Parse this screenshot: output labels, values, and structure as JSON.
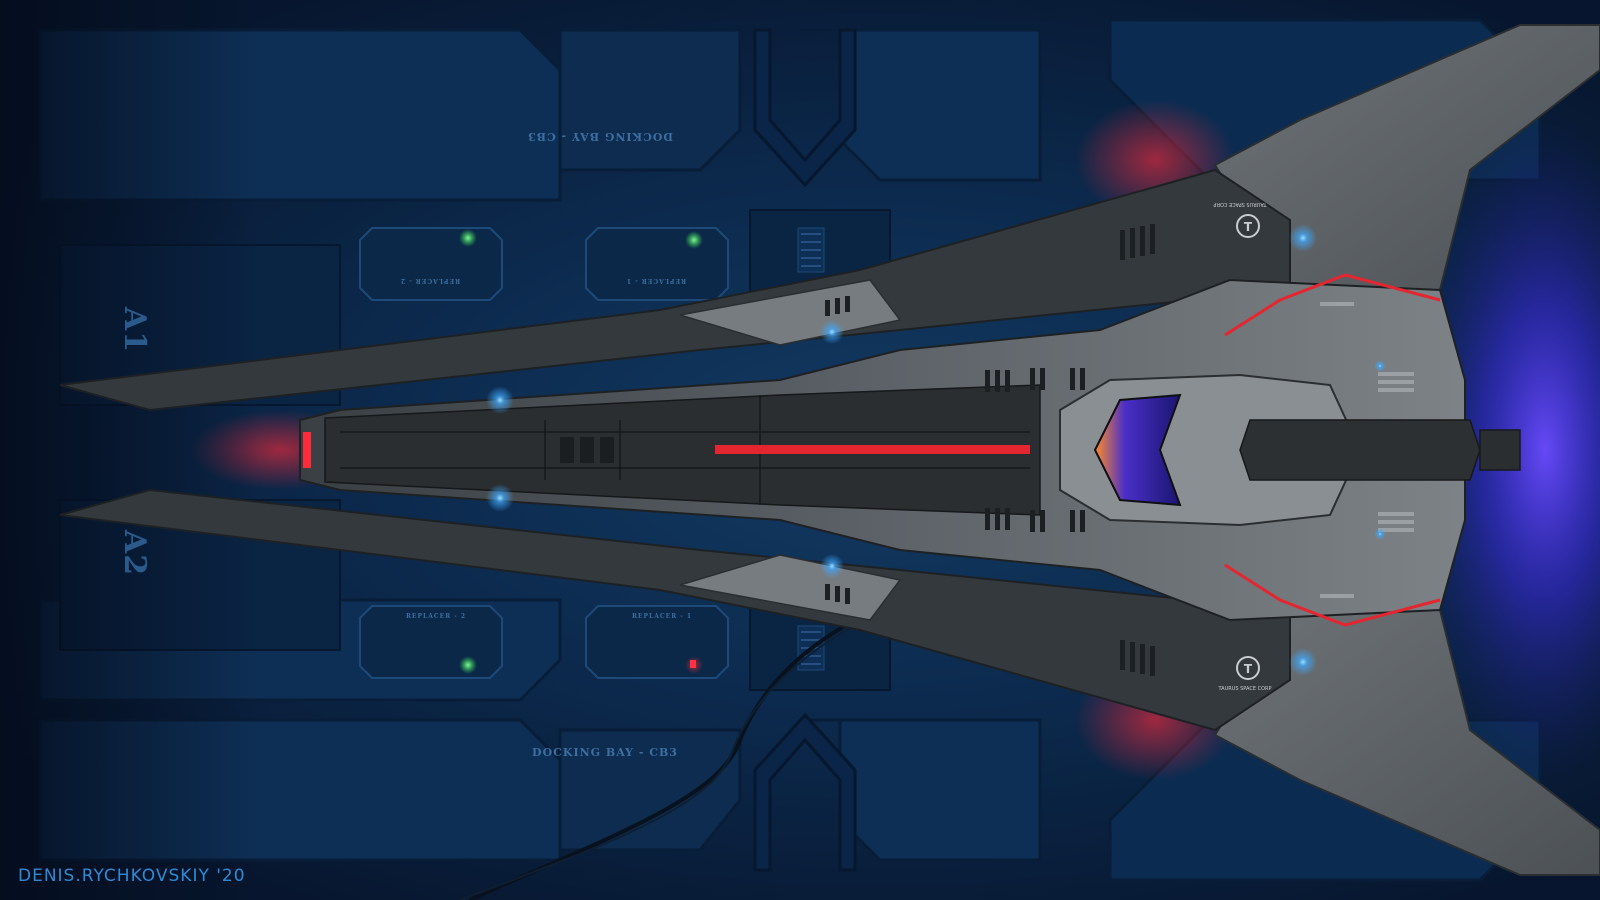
{
  "floor": {
    "bay_label_top": "DOCKING BAY - CB3",
    "bay_label_bottom": "DOCKING BAY - CB3",
    "pad_a1": "A1",
    "pad_a2": "A2",
    "replacer_top_left": "REPLACER - 2",
    "replacer_top_right": "REPLACER - 1",
    "replacer_bottom_left": "REPLACER - 2",
    "replacer_bottom_right": "REPLACER - 1"
  },
  "ship": {
    "emblem_letter": "T",
    "company_name": "TAURUS SPACE CORP"
  },
  "colors": {
    "floor_base": "#0c2a4e",
    "hull_light": "#7d8286",
    "hull_dark": "#2c3033",
    "accent_red": "#e3262f",
    "engine_glow": "#5a3cff",
    "nav_blue": "#3fa9ff",
    "indicator_green": "#2bd14a",
    "indicator_red": "#ff2a3a"
  },
  "credit": {
    "signature": "DENIS.RYCHKOVSKIY '20"
  }
}
